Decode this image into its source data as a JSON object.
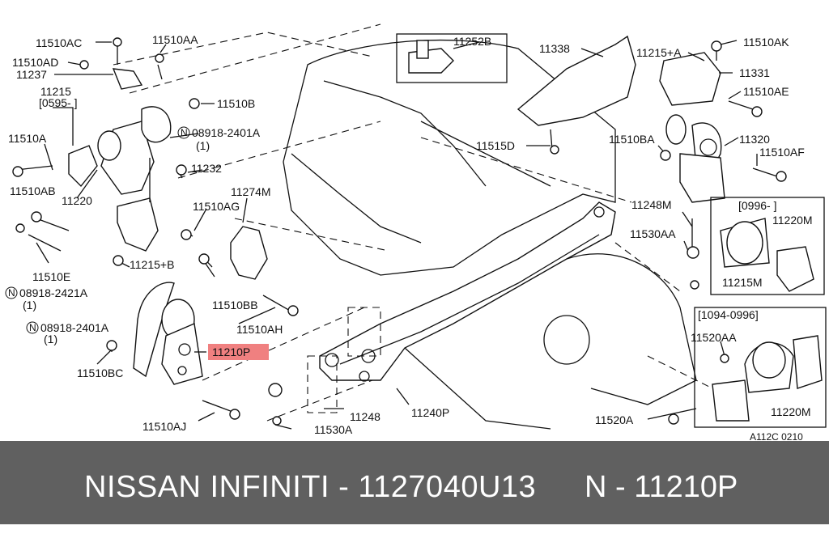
{
  "diagram": {
    "labels": {
      "l_11510AC": "11510AC",
      "l_11510AA": "11510AA",
      "l_11510AD": "11510AD",
      "l_11237": "11237",
      "l_11215": "11215",
      "l_0595": "[0595-    ]",
      "l_11510B": "11510B",
      "l_11510A": "11510A",
      "l_n1": "08918-2401A",
      "l_n1q": "(1)",
      "l_11232": "11232",
      "l_11510AB": "11510AB",
      "l_11220": "11220",
      "l_11274M": "11274M",
      "l_11510AG": "11510AG",
      "l_11510E": "11510E",
      "l_n2": "08918-2421A",
      "l_n2q": "(1)",
      "l_11215B": "11215+B",
      "l_11510BB": "11510BB",
      "l_n3": "08918-2401A",
      "l_n3q": "(1)",
      "l_11510AH": "11510AH",
      "l_11210P": "11210P",
      "l_11510BC": "11510BC",
      "l_11248": "11248",
      "l_11240P": "11240P",
      "l_11510AJ": "11510AJ",
      "l_11530A": "11530A",
      "l_11252B": "11252B",
      "l_11338": "11338",
      "l_11515D": "11515D",
      "l_11215A": "11215+A",
      "l_11510AK": "11510AK",
      "l_11331": "11331",
      "l_11510AE": "11510AE",
      "l_11510BA": "11510BA",
      "l_11320": "11320",
      "l_11510AF": "11510AF",
      "l_0996": "[0996-    ]",
      "l_11220M_a": "11220M",
      "l_11248M": "11248M",
      "l_11530AA": "11530AA",
      "l_11215M": "11215M",
      "l_1094": "[1094-0996]",
      "l_11520AA": "11520AA",
      "l_11520A": "11520A",
      "l_11220M_b": "11220M",
      "l_code": "A112C 0210",
      "circle_n": "N"
    }
  },
  "footer": {
    "brand_part": "NISSAN  INFINITI - 1127040U13",
    "ref": "N - 11210P"
  },
  "colors": {
    "footer_bg": "#606060",
    "highlight": "#f08080"
  }
}
